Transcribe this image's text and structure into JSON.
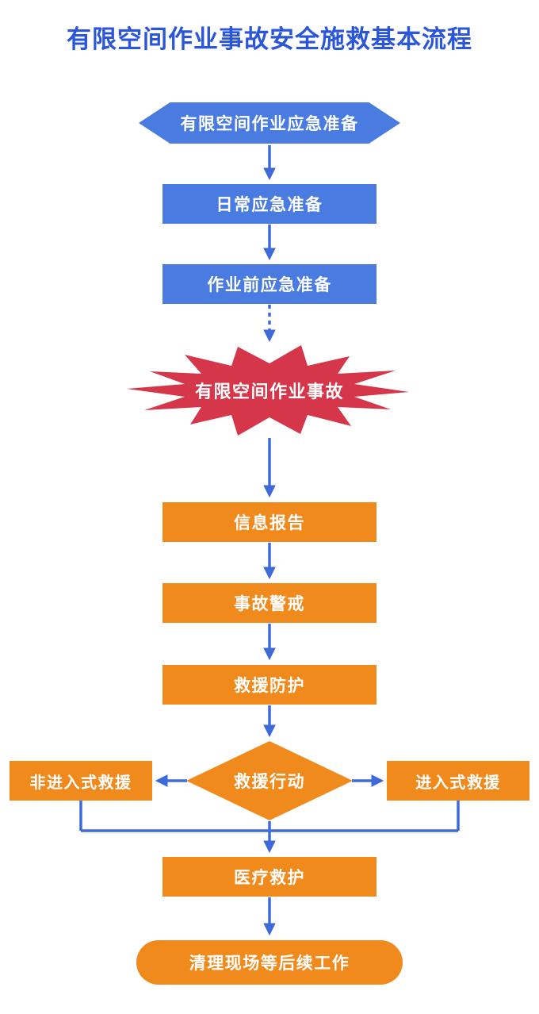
{
  "title": "有限空间作业事故安全施救基本流程",
  "nodes": {
    "prep": "有限空间作业应急准备",
    "daily": "日常应急准备",
    "pre_work": "作业前应急准备",
    "accident": "有限空间作业事故",
    "report": "信息报告",
    "alert": "事故警戒",
    "protect": "救援防护",
    "action": "救援行动",
    "non_entry": "非进入式救援",
    "entry": "进入式救援",
    "medical": "医疗救护",
    "cleanup": "清理现场等后续工作"
  },
  "colors": {
    "title_blue": "#2B56D9",
    "node_blue": "#4A7BE0",
    "node_orange": "#F08A1D",
    "burst_red": "#D5364A",
    "arrow_blue": "#3F6BD8"
  }
}
